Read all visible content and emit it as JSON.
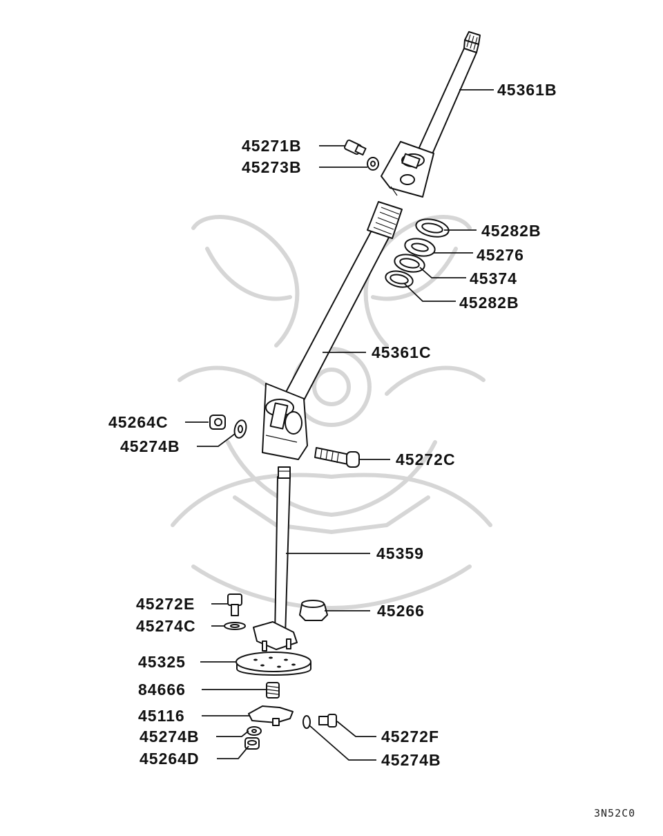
{
  "labels": {
    "p45361B": "45361B",
    "p45271B": "45271B",
    "p45273B": "45273B",
    "p45282B_a": "45282B",
    "p45276": "45276",
    "p45374": "45374",
    "p45282B_b": "45282B",
    "p45361C": "45361C",
    "p45264C": "45264C",
    "p45274B_a": "45274B",
    "p45272C": "45272C",
    "p45359": "45359",
    "p45272E": "45272E",
    "p45266": "45266",
    "p45274C": "45274C",
    "p45325": "45325",
    "p84666": "84666",
    "p45116": "45116",
    "p45272F": "45272F",
    "p45274B_b": "45274B",
    "p45264D": "45264D",
    "p45274B_c": "45274B"
  },
  "diagram_code": "3N52C0"
}
